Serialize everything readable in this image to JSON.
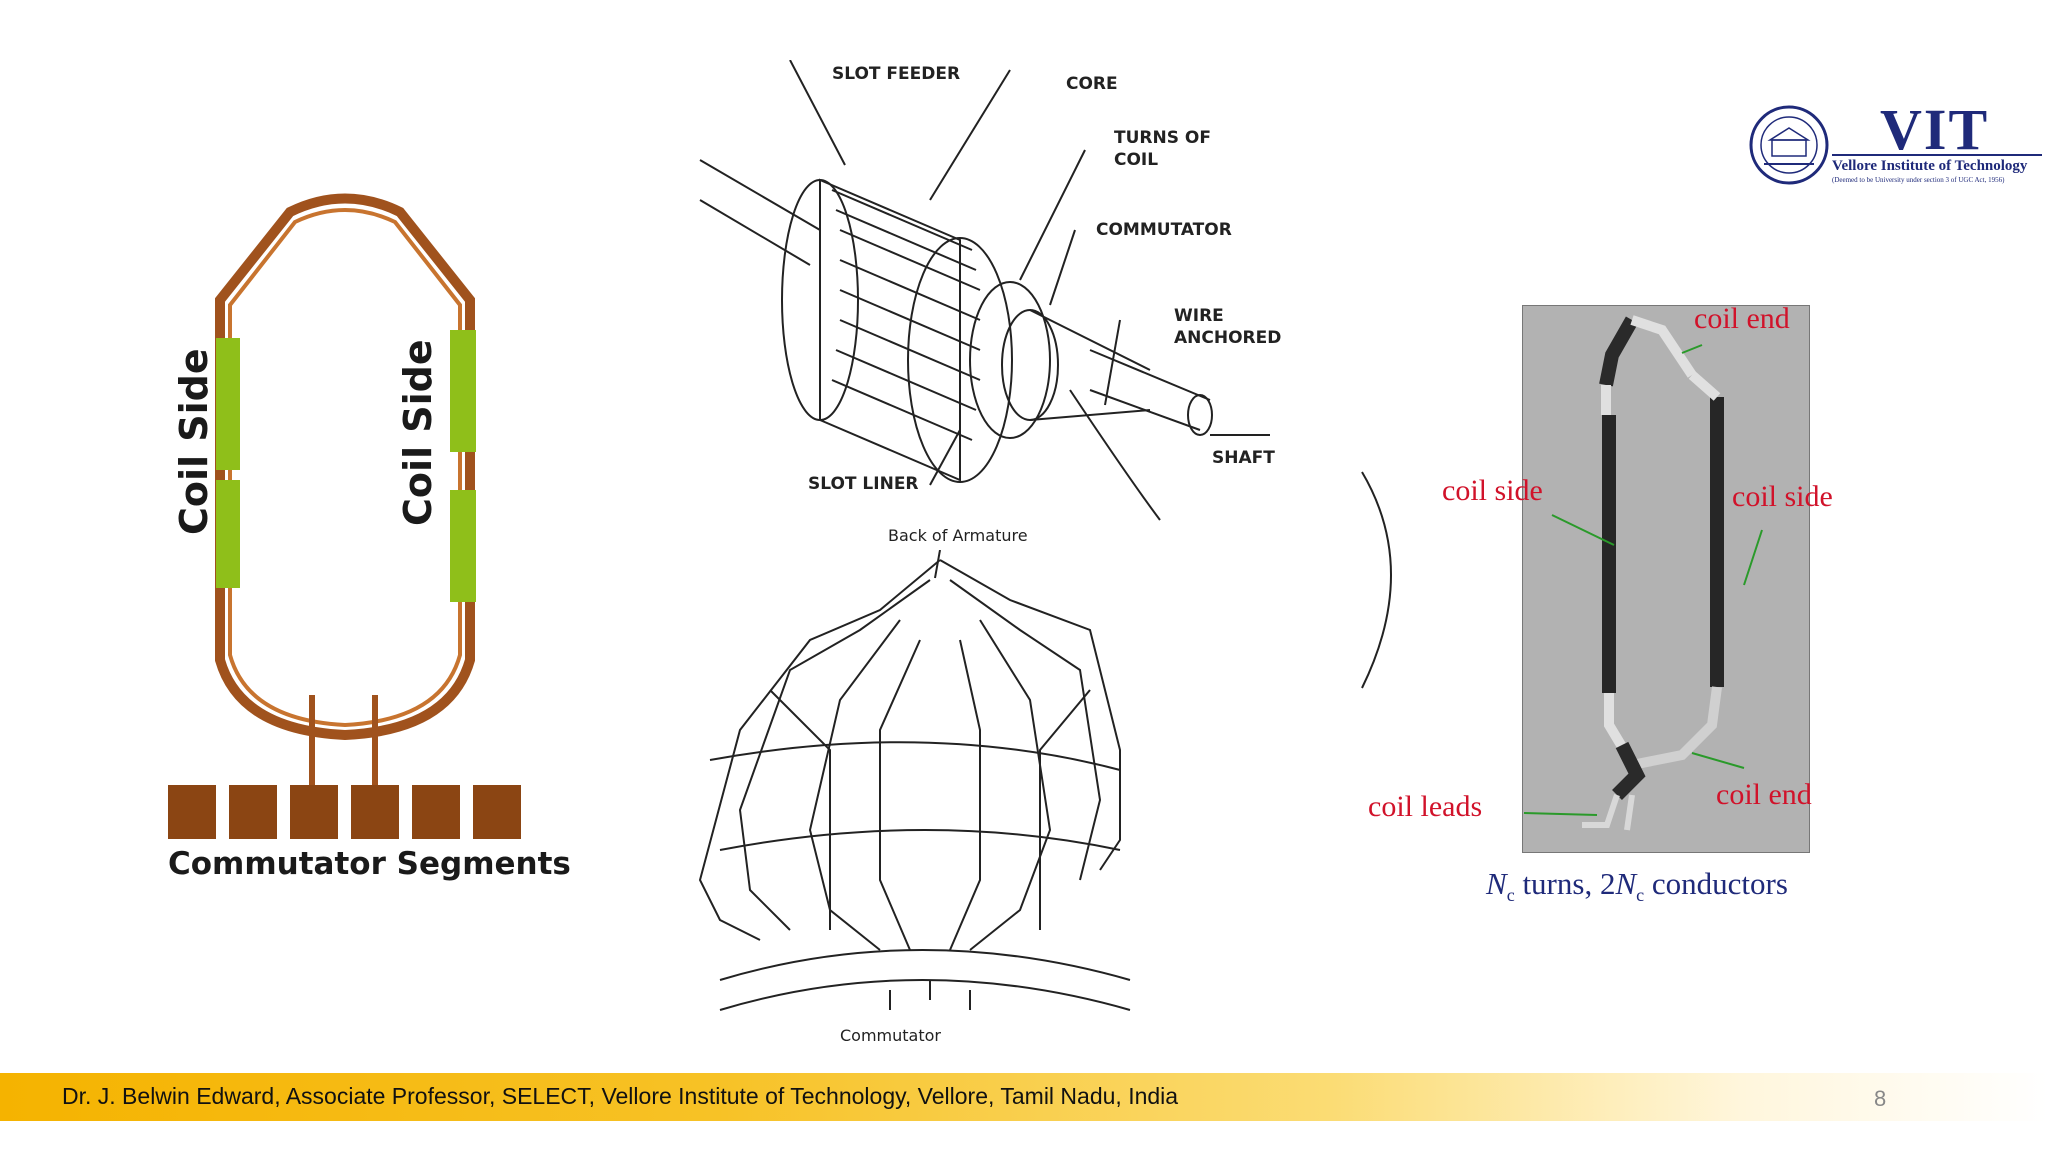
{
  "logo": {
    "brand": "VIT",
    "name": "Vellore Institute of Technology",
    "tagline": "(Deemed to be University under section 3 of UGC Act, 1956)"
  },
  "left_figure": {
    "coil_side_left": "Coil Side",
    "coil_side_right": "Coil Side",
    "commutator_label": "Commutator Segments"
  },
  "armature_figure": {
    "slot_feeder": "SLOT FEEDER",
    "core": "CORE",
    "turns_of_coil_line1": "TURNS OF",
    "turns_of_coil_line2": "COIL",
    "commutator": "COMMUTATOR",
    "wire_anchored_line1": "WIRE",
    "wire_anchored_line2": "ANCHORED",
    "shaft": "SHAFT",
    "slot_liner": "SLOT LINER"
  },
  "winding_figure": {
    "back_of_armature": "Back of Armature",
    "commutator": "Commutator"
  },
  "coil_photo": {
    "coil_end_top": "coil end",
    "coil_side_left": "coil side",
    "coil_side_right": "coil side",
    "coil_end_bottom": "coil end",
    "coil_leads": "coil leads",
    "caption_nc": "N",
    "caption_sub": "c",
    "caption_turns": " turns, 2",
    "caption_nc2": "N",
    "caption_sub2": "c",
    "caption_conductors": " conductors"
  },
  "footer": {
    "text": "Dr. J. Belwin Edward, Associate Professor, SELECT, Vellore Institute of Technology, Vellore, Tamil Nadu, India",
    "page_number": "8"
  }
}
